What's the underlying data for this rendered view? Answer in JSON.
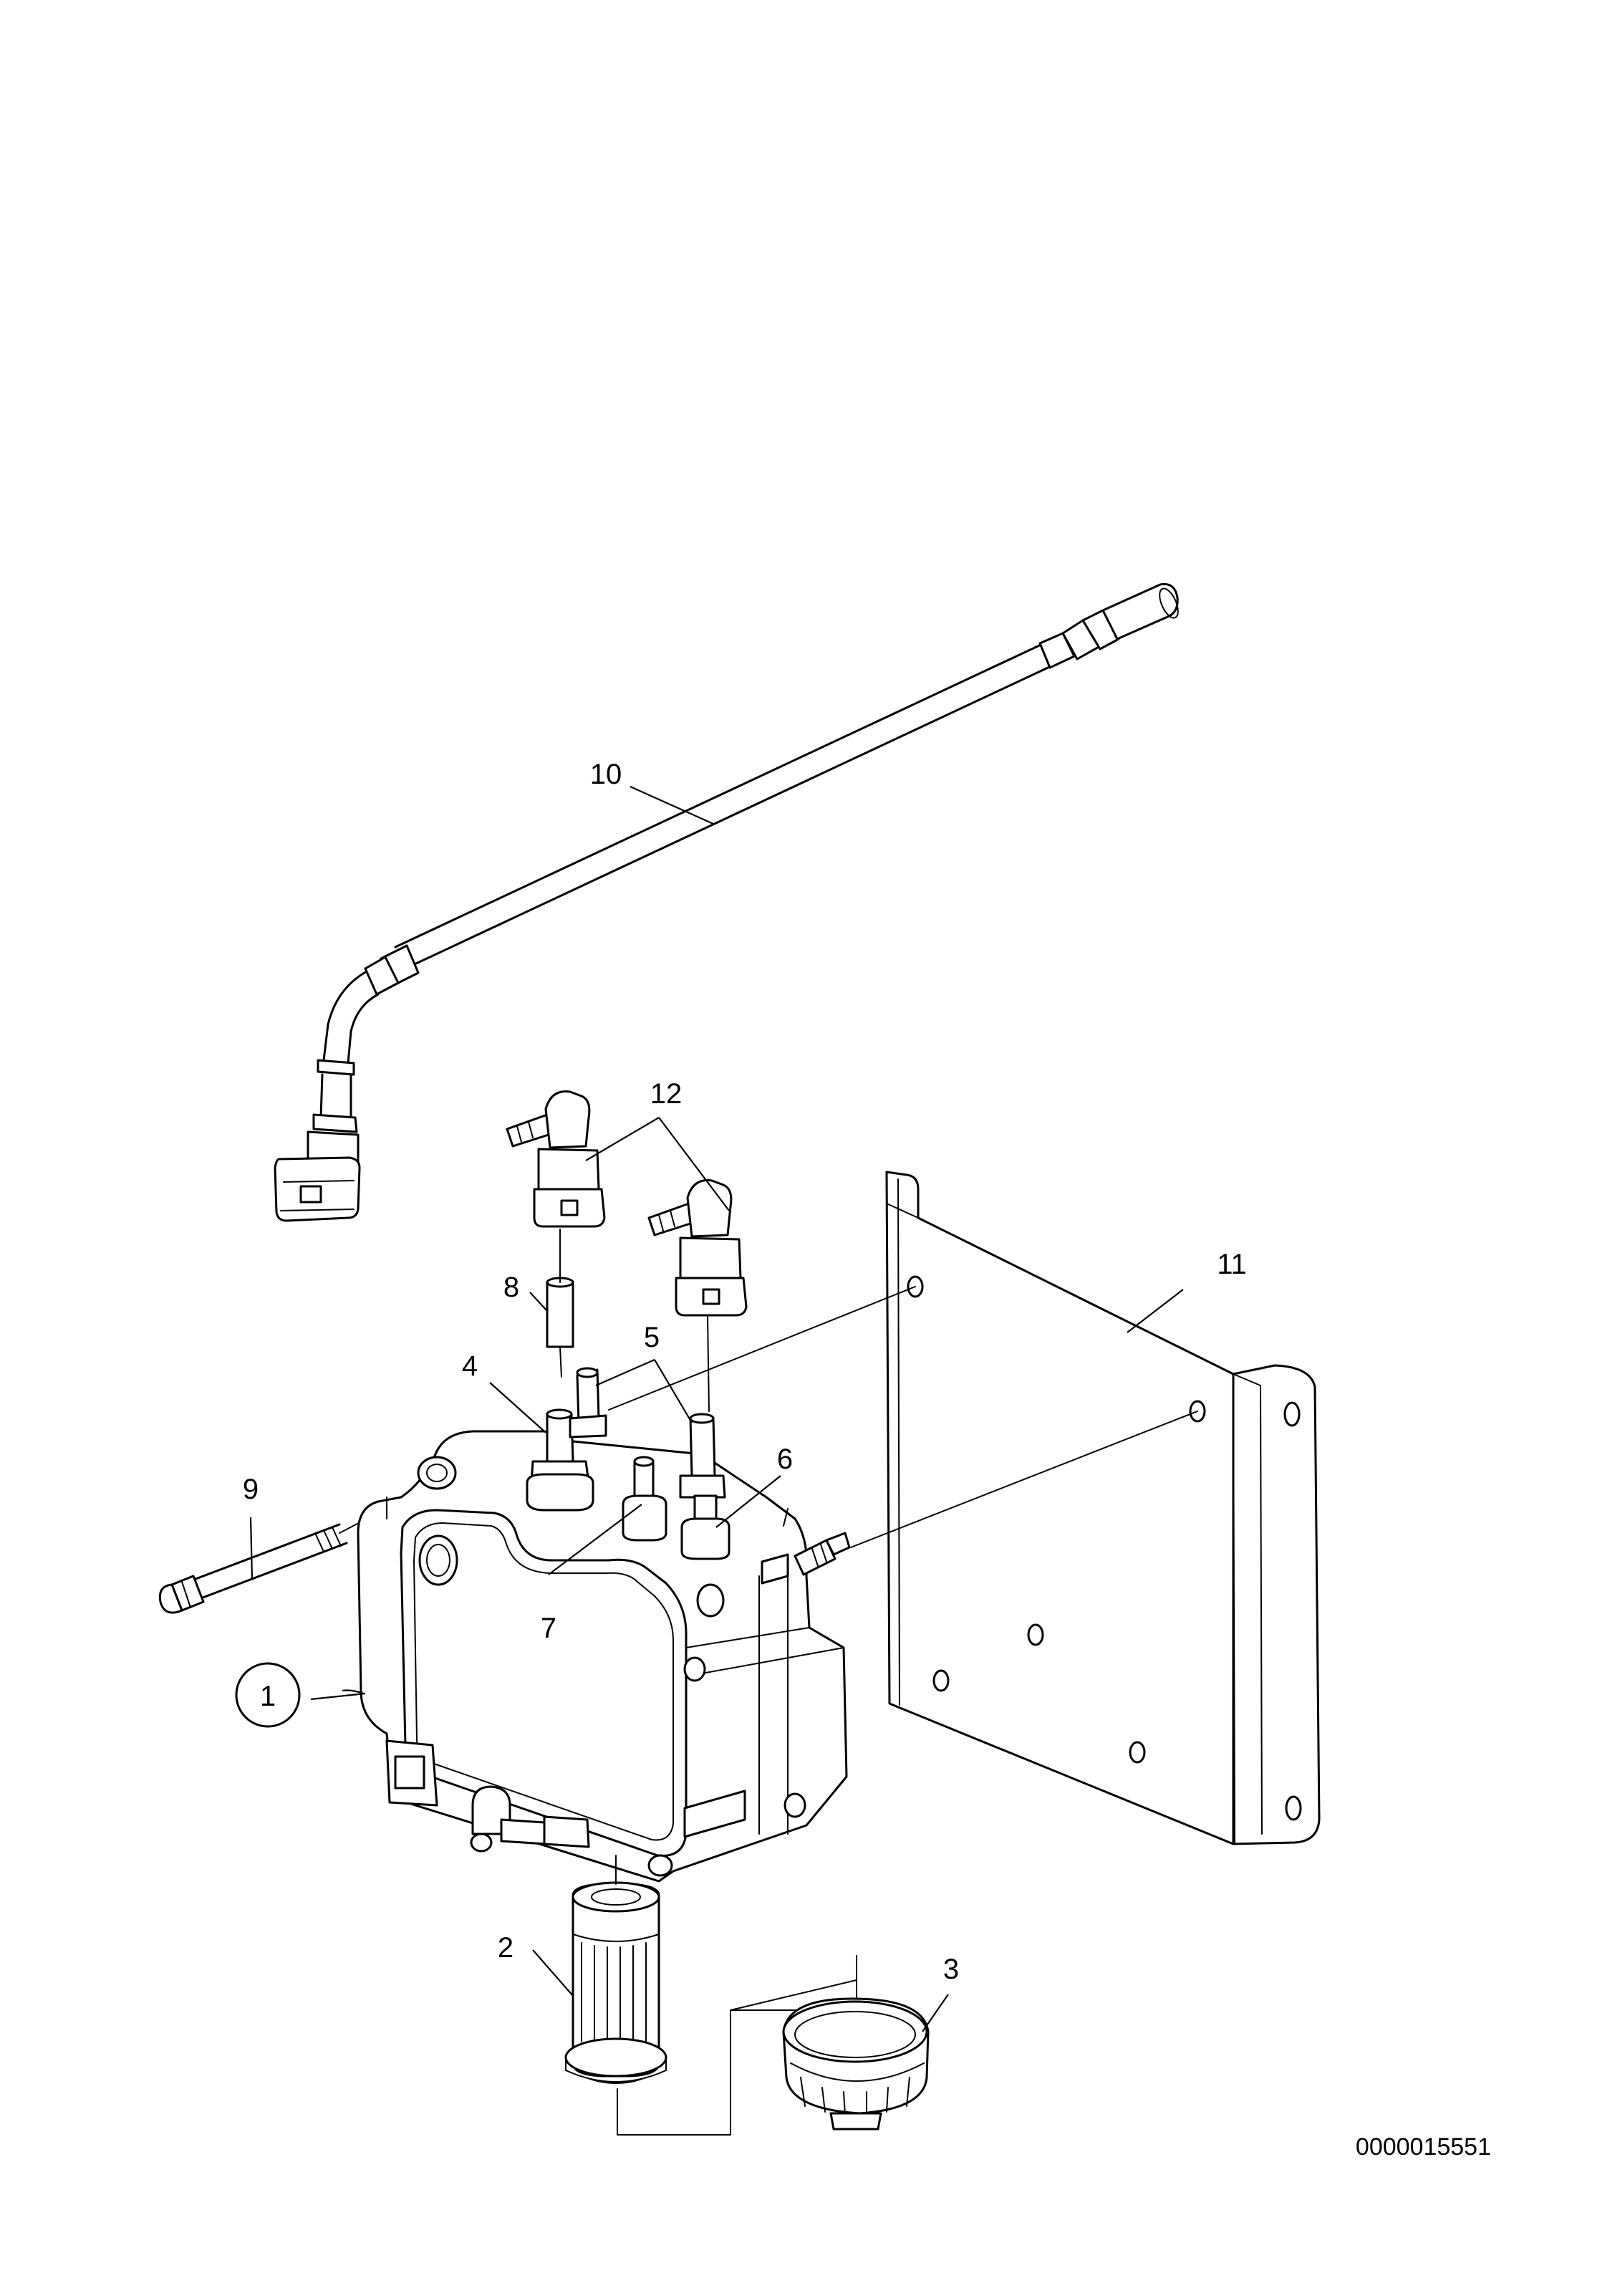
{
  "figure": {
    "drawing_number": "0000015551",
    "callouts": {
      "item_1": "1",
      "item_2": "2",
      "item_3": "3",
      "item_4": "4",
      "item_5": "5",
      "item_6": "6",
      "item_7": "7",
      "item_8": "8",
      "item_9": "9",
      "item_10": "10",
      "item_11": "11",
      "item_12": "12"
    }
  }
}
